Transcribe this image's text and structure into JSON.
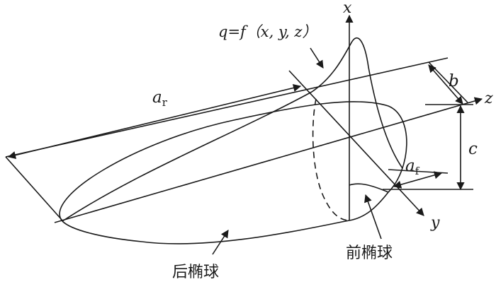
{
  "diagram": {
    "formula": "q=f（x, y, z）",
    "axes": {
      "x": "x",
      "y": "y",
      "z": "z"
    },
    "dimensions": {
      "rear_length": "a",
      "rear_length_sub": "r",
      "front_length": "a",
      "front_length_sub": "f",
      "half_width": "b",
      "depth": "c"
    },
    "regions": {
      "front_ellipsoid": "前椭球",
      "rear_ellipsoid": "后椭球"
    },
    "colors": {
      "stroke": "#1a1a1a",
      "background": "#ffffff"
    }
  }
}
